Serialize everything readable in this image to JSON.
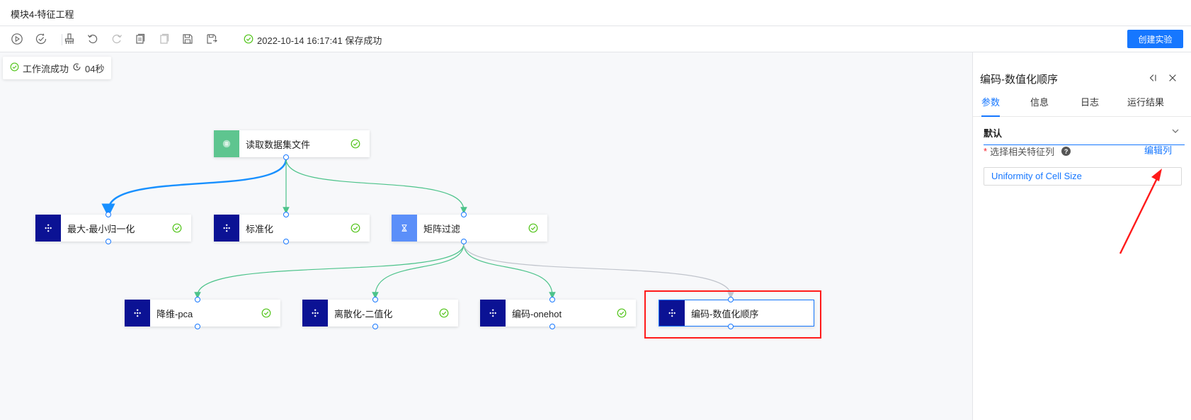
{
  "window": {
    "title": "模块4-特征工程"
  },
  "toolbar": {
    "icons": [
      "play-icon",
      "check-run-icon",
      "clean-icon",
      "undo-icon",
      "redo-icon",
      "copy-icon",
      "paste-icon",
      "save-icon",
      "save-as-icon"
    ],
    "save_status": "2022-10-14 16:17:41 保存成功",
    "create_label": "创建实验"
  },
  "run_status": {
    "label": "工作流成功",
    "time": "04秒"
  },
  "nodes": {
    "read": {
      "label": "读取数据集文件",
      "icon": "dataset-icon",
      "icon_color": "#5ec58f"
    },
    "minmax": {
      "label": "最大-最小归一化",
      "icon": "component-icon",
      "icon_color": "#0b1294"
    },
    "standard": {
      "label": "标准化",
      "icon": "component-icon",
      "icon_color": "#0b1294"
    },
    "matrix": {
      "label": "矩阵过滤",
      "icon": "filter-icon",
      "icon_color": "#5b8ff9"
    },
    "pca": {
      "label": "降维-pca",
      "icon": "component-icon",
      "icon_color": "#0b1294"
    },
    "binarize": {
      "label": "离散化-二值化",
      "icon": "component-icon",
      "icon_color": "#0b1294"
    },
    "onehot": {
      "label": "编码-onehot",
      "icon": "component-icon",
      "icon_color": "#0b1294"
    },
    "ordinal": {
      "label": "编码-数值化顺序",
      "icon": "component-icon",
      "icon_color": "#0b1294"
    }
  },
  "panel": {
    "title": "编码-数值化顺序",
    "tabs": [
      "参数",
      "信息",
      "日志",
      "运行结果"
    ],
    "active_tab": "参数",
    "section": "默认",
    "field_required": "*",
    "field_label": "选择相关特征列",
    "help": "?",
    "edit_label": "编辑列",
    "feature_value": "Uniformity of Cell Size"
  },
  "colors": {
    "accent": "#1677ff",
    "success": "#52c41a",
    "highlight": "#ff1a1a",
    "edge_green": "#4cc38a",
    "edge_blue": "#1890ff",
    "edge_gray": "#c0c4cc"
  }
}
